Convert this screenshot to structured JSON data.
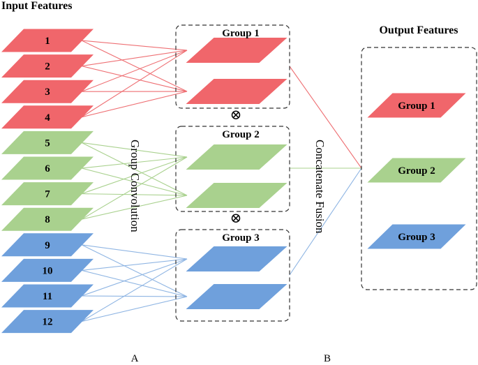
{
  "titles": {
    "input": "Input Features",
    "output": "Output Features"
  },
  "side_labels": {
    "group_conv": "Group Convolution",
    "concat": "Concatenate Fusion"
  },
  "bottom_labels": {
    "a": "A",
    "b": "B"
  },
  "colors": {
    "red": "#f0666b",
    "green": "#a9d18e",
    "blue": "#6fa0dc",
    "red_line": "#ee6f73",
    "green_line": "#a9d18e",
    "blue_line": "#8fb5e3"
  },
  "input_features": [
    {
      "label": "1",
      "group": 1
    },
    {
      "label": "2",
      "group": 1
    },
    {
      "label": "3",
      "group": 1
    },
    {
      "label": "4",
      "group": 1
    },
    {
      "label": "5",
      "group": 2
    },
    {
      "label": "6",
      "group": 2
    },
    {
      "label": "7",
      "group": 2
    },
    {
      "label": "8",
      "group": 2
    },
    {
      "label": "9",
      "group": 3
    },
    {
      "label": "10",
      "group": 3
    },
    {
      "label": "11",
      "group": 3
    },
    {
      "label": "12",
      "group": 3
    }
  ],
  "groups": [
    {
      "label": "Group 1",
      "color": "red"
    },
    {
      "label": "Group 2",
      "color": "green"
    },
    {
      "label": "Group 3",
      "color": "blue"
    }
  ],
  "operator_symbol": "⊗",
  "output_features": [
    {
      "label": "Group 1",
      "color": "red"
    },
    {
      "label": "Group 2",
      "color": "green"
    },
    {
      "label": "Group 3",
      "color": "blue"
    }
  ]
}
